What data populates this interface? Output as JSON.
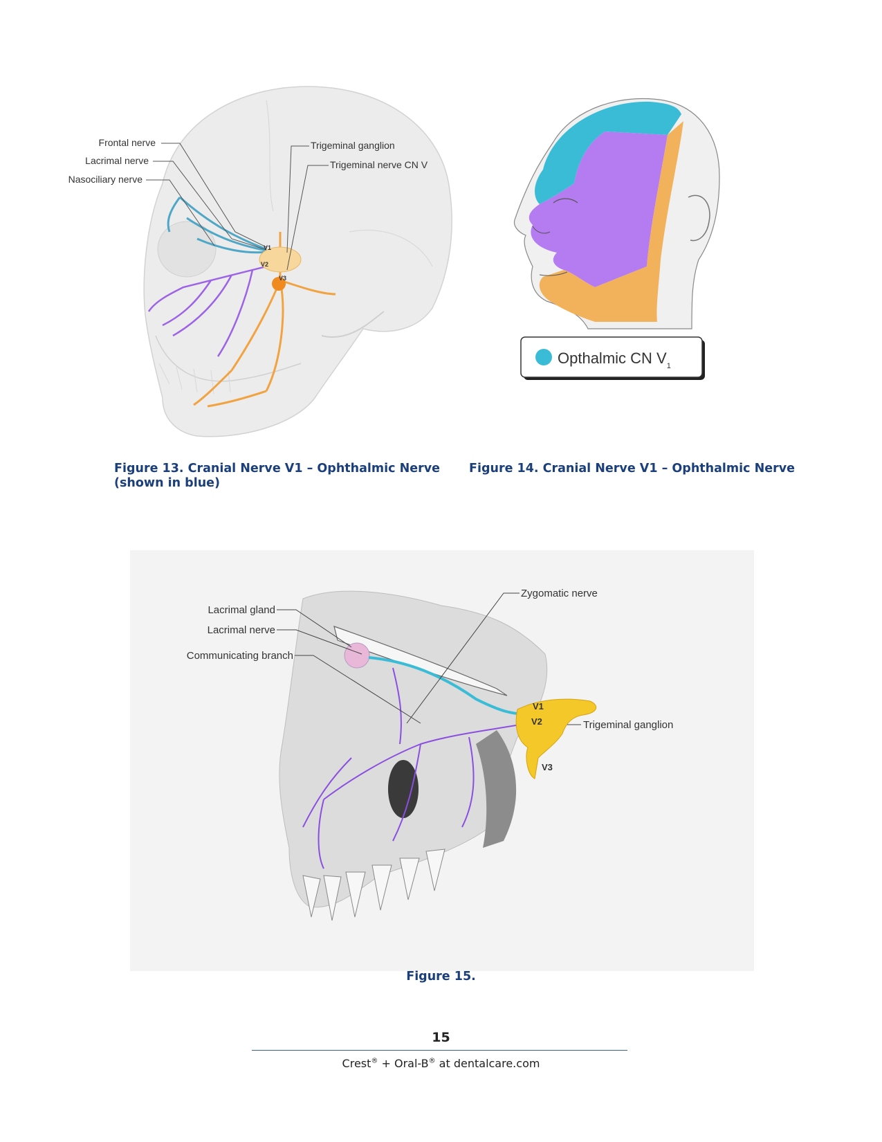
{
  "figure13": {
    "labels": {
      "frontal": "Frontal nerve",
      "lacrimal": "Lacrimal nerve",
      "nasociliary": "Nasociliary nerve",
      "ganglion": "Trigeminal ganglion",
      "nerve": "Trigeminal nerve CN V",
      "v1": "V1",
      "v2": "V2",
      "v3": "V3"
    },
    "caption_line1": "Figure 13. Cranial Nerve V1 – Ophthalmic Nerve",
    "caption_line2": "(shown in blue)"
  },
  "figure14": {
    "legend_text": "Opthalmic CN V",
    "legend_subscript": "1",
    "colors": {
      "ophthalmic": "#3bbcd6",
      "maxillary": "#b57cf2",
      "mandibular": "#f2b25c"
    },
    "caption": "Figure 14. Cranial Nerve V1 – Ophthalmic Nerve"
  },
  "figure15": {
    "labels": {
      "lacrimal_gland": "Lacrimal gland",
      "lacrimal_nerve": "Lacrimal nerve",
      "communicating": "Communicating branch",
      "zygomatic": "Zygomatic nerve",
      "ganglion": "Trigeminal ganglion",
      "v1": "V1",
      "v2": "V2",
      "v3": "V3"
    },
    "caption": "Figure 15."
  },
  "page": {
    "number": "15",
    "footer_crest": "Crest",
    "footer_mid": " + Oral-B",
    "footer_end": " at dentalcare.com",
    "reg_mark": "®"
  }
}
